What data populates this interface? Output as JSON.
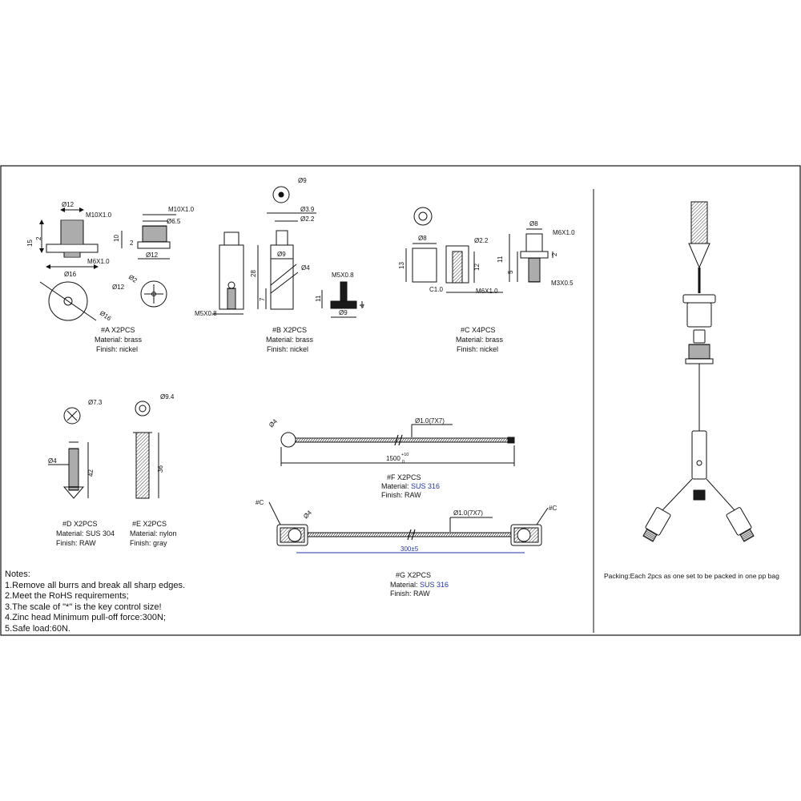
{
  "colors": {
    "line": "#111111",
    "blue_dim": "#2233aa",
    "dark_fill": "#1a1a1a",
    "gray_fill": "#d9d9d9"
  },
  "part_a": {
    "dims": [
      "Ø12",
      "M10X1.0",
      "15",
      "2",
      "M6X1.0",
      "Ø16",
      "Ø12",
      "Ø16",
      "M10X1.0",
      "Ø6.5",
      "10",
      "2",
      "Ø12",
      "Ø2"
    ],
    "caption": {
      "label": "#A  X2PCS",
      "material": "Material: brass",
      "finish": "Finish: nickel"
    }
  },
  "part_b": {
    "dims": [
      "Ø9",
      "Ø3.9",
      "Ø2.2",
      "Ø9",
      "28",
      "7",
      "Ø4",
      "M5X0.8",
      "M5X0.8",
      "11",
      "Ø9",
      "4"
    ],
    "caption": {
      "label": "#B  X2PCS",
      "material": "Material: brass",
      "finish": "Finish: nickel"
    }
  },
  "part_c": {
    "dims": [
      "Ø8",
      "Ø2.2",
      "13",
      "12",
      "C1.0",
      "M6X1.0",
      "Ø8",
      "M6X1.0",
      "2",
      "11",
      "5",
      "M3X0.5"
    ],
    "caption": {
      "label": "#C  X4PCS",
      "material": "Material: brass",
      "finish": "Finish: nickel"
    }
  },
  "part_d": {
    "dims": [
      "Ø7.3",
      "Ø4",
      "42"
    ],
    "caption": {
      "label": "#D  X2PCS",
      "material": "Material: SUS 304",
      "finish": "Finish: RAW"
    }
  },
  "part_e": {
    "dims": [
      "Ø9.4",
      "36"
    ],
    "caption": {
      "label": "#E  X2PCS",
      "material": "Material: nylon",
      "finish": "Finish: gray"
    }
  },
  "part_f": {
    "dims": [
      "Ø4",
      "Ø1.0(7X7)",
      "1500",
      "+10",
      "0"
    ],
    "caption": {
      "label": "#F  X2PCS",
      "material_prefix": "Material: ",
      "material_value": "SUS 316",
      "finish": "Finish: RAW"
    }
  },
  "part_g": {
    "dims": [
      "#C",
      "Ø4",
      "Ø1.0(7X7)",
      "#C",
      "300±5"
    ],
    "caption": {
      "label": "#G  X2PCS",
      "material_prefix": "Material: ",
      "material_value": "SUS 316",
      "finish": "Finish: RAW"
    }
  },
  "notes": {
    "title": "Notes:",
    "items": [
      "1.Remove all burrs and break all sharp edges.",
      "2.Meet the RoHS requirements;",
      "3.The scale of \"*\" is the key control size!",
      "4.Zinc head Minimum pull-off force:300N;",
      "5.Safe load:60N."
    ]
  },
  "packing": "Packing:Each 2pcs as one set to be packed in one pp bag"
}
